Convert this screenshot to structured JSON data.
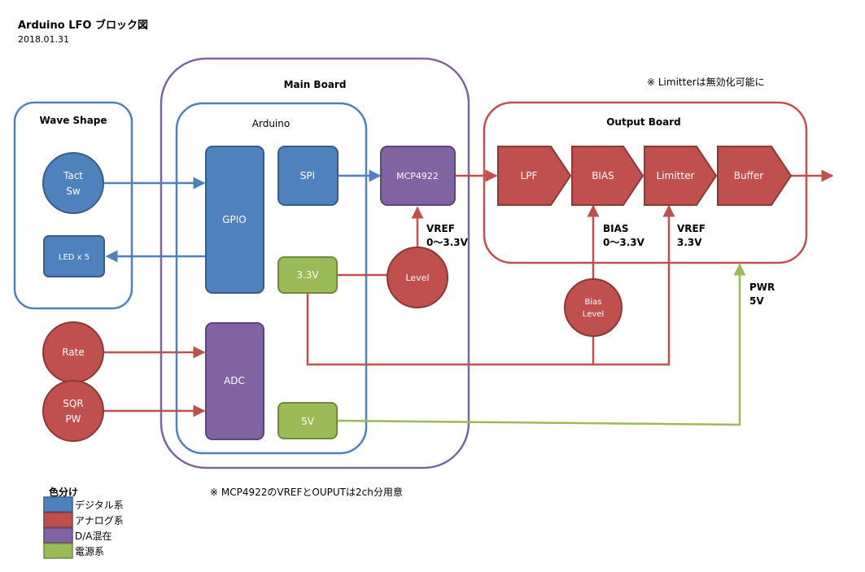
{
  "header": {
    "title": "Arduino  LFO  ブロック図",
    "date": "2018.01.31"
  },
  "notes": {
    "limitter": "※ Limitterは無効化可能に",
    "mcp": "※ MCP4922のVREFとOUPUTは2ch分用意"
  },
  "groups": {
    "main_board": "Main Board",
    "arduino": "Arduino",
    "wave_shape": "Wave Shape",
    "output_board": "Output Board"
  },
  "blocks": {
    "tact_line1": "Tact",
    "tact_line2": "Sw",
    "led": "LED x 5",
    "rate": "Rate",
    "sqr_line1": "SQR",
    "sqr_line2": "PW",
    "gpio": "GPIO",
    "spi": "SPI",
    "v33": "3.3V",
    "adc": "ADC",
    "v5": "5V",
    "mcp": "MCP4922",
    "level": "Level",
    "lpf": "LPF",
    "bias": "BIAS",
    "limitter": "Limitter",
    "buffer": "Buffer",
    "bias_level_line1": "Bias",
    "bias_level_line2": "Level"
  },
  "labels": {
    "vref1_line1": "VREF",
    "vref1_line2": "0〜3.3V",
    "bias_line1": "BIAS",
    "bias_line2": "0〜3.3V",
    "vref2_line1": "VREF",
    "vref2_line2": "3.3V",
    "pwr_line1": "PWR",
    "pwr_line2": "5V"
  },
  "legend": {
    "title": "色分け",
    "items": [
      {
        "label": "デジタル系",
        "color": "#4f81bd"
      },
      {
        "label": "アナログ系",
        "color": "#c0504d"
      },
      {
        "label": "D/A混在",
        "color": "#8064a2"
      },
      {
        "label": "電源系",
        "color": "#9bbb59"
      }
    ]
  },
  "colors": {
    "digital": "#4f81bd",
    "analog": "#c0504d",
    "mixed": "#8064a2",
    "power": "#9bbb59"
  }
}
